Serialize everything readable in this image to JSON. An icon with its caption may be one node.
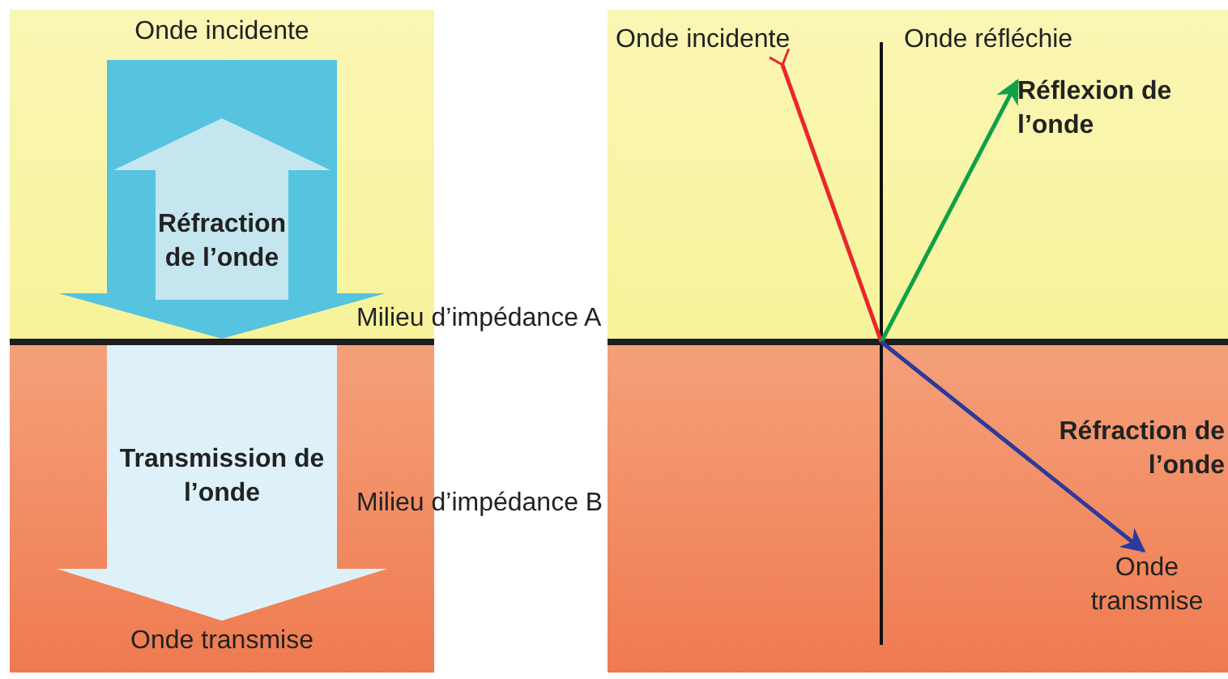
{
  "diagram": {
    "nodes": [
      {
        "text": [
          "Onde incidente"
        ]
      },
      {
        "text": [
          "Réfraction de l’onde"
        ],
        "in": 0
      },
      {
        "text": [
          "Transmission de l’onde"
        ],
        "beside": [
          "Onde transmise"
        ]
      },
      {
        "text": [
          "Onde incidente"
        ]
      },
      {
        "text": [
          "Onde réfléchie"
        ]
      },
      {
        "text": [
          "Réflexion de l’onde"
        ]
      },
      {
        "text": [
          "Réfraction de l’onde"
        ]
      },
      {
        "text": [
          "Onde transmise"
        ]
      }
    ],
    "edges": [
      {
        "from": 3,
        "to": null,
        "arrow": "other",
        "color": "#e8262b"
      },
      {
        "from": null,
        "to": 5,
        "arrow": "to",
        "color": "#10a04a"
      },
      {
        "from": null,
        "to": 7,
        "arrow": "to",
        "color": "#2b3a9c"
      }
    ],
    "labels": [
      "Milieu d’impédance A",
      "Milieu d’impédance B"
    ]
  }
}
